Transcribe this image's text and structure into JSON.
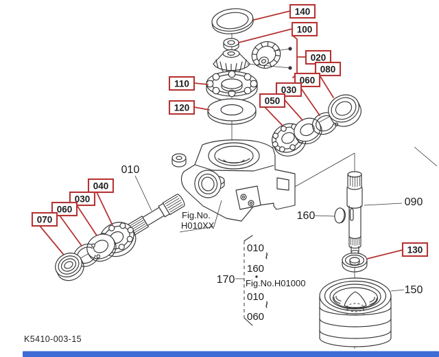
{
  "diagram": {
    "type": "exploded-parts-diagram",
    "drawing_code": "K5410-003-15",
    "figure_ref": {
      "line1": "Fig.No.",
      "line2": "H010XX"
    },
    "group_ref": {
      "label": "170",
      "i1": "010",
      "i2": "~",
      "i3": "160",
      "i4": "Fig.No.H01000",
      "i5": "010",
      "i6": "~",
      "i7": "060"
    },
    "callouts_boxed": {
      "b140": "140",
      "b100": "100",
      "b020": "020",
      "b080": "080",
      "b060_right": "060",
      "b030_right": "030",
      "b050": "050",
      "b110": "110",
      "b120": "120",
      "b040": "040",
      "b030_left": "030",
      "b060_left": "060",
      "b070": "070",
      "b130": "130"
    },
    "callouts_plain": {
      "p010": "010",
      "p090": "090",
      "p160": "160",
      "p150": "150",
      "p170": "170"
    }
  },
  "colors": {
    "callout_red": "#b63333",
    "line_ink": "#333333",
    "scrollbar_blue": "#3e6cd6"
  }
}
